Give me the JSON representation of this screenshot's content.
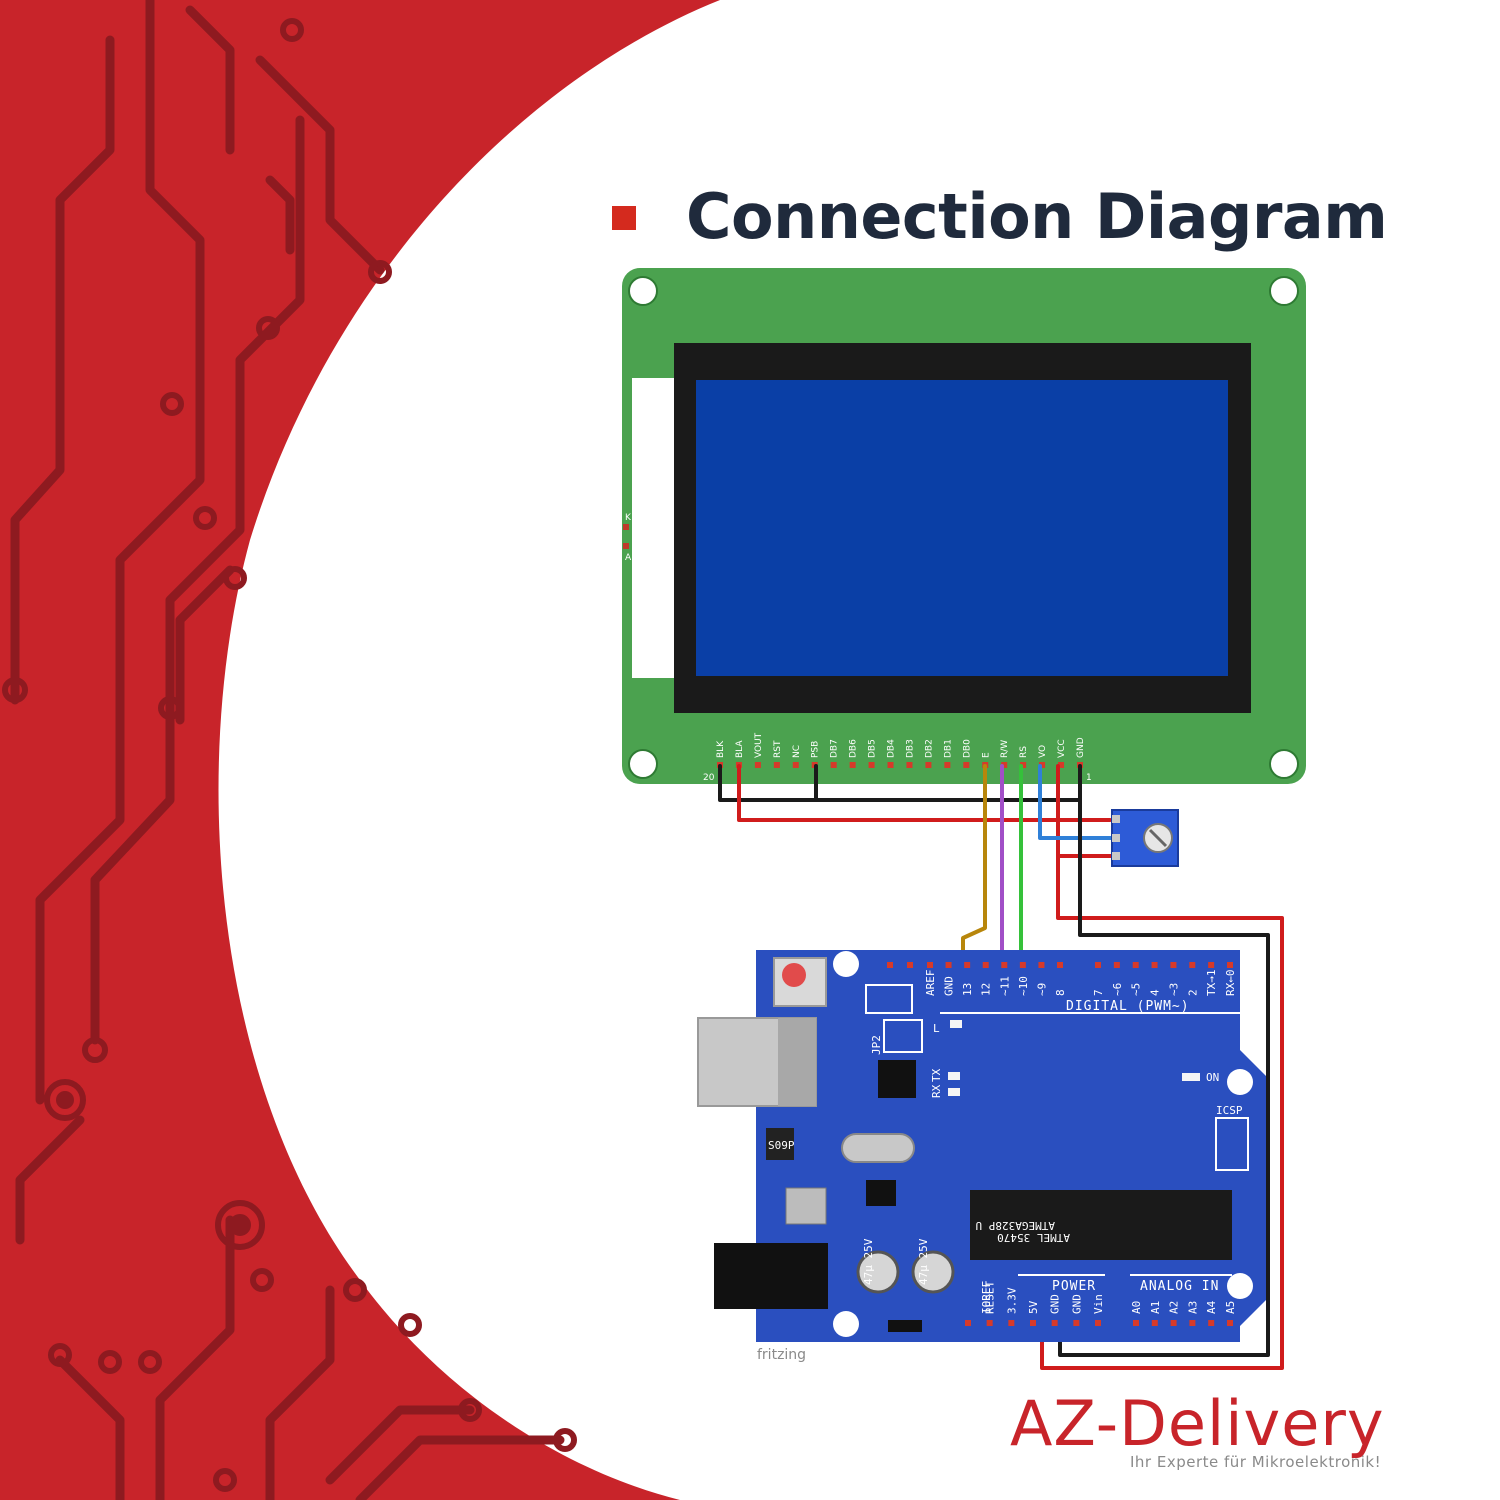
{
  "title": "Connection Diagram",
  "colors": {
    "brand_red": "#c8242a",
    "pcb_green": "#4ba24f",
    "lcd_blue": "#0a3fa6",
    "arduino_blue": "#2a4fbf",
    "title_dark": "#1f2a3c"
  },
  "lcd": {
    "side_pins": [
      "K",
      "A"
    ],
    "pin_labels": [
      "BLK",
      "BLA",
      "VOUT",
      "RST",
      "NC",
      "PSB",
      "DB7",
      "DB6",
      "DB5",
      "DB4",
      "DB3",
      "DB2",
      "DB1",
      "DB0",
      "E",
      "R/W",
      "RS",
      "VO",
      "VCC",
      "GND"
    ],
    "pin_first_number": "20",
    "pin_last_number": "1"
  },
  "arduino": {
    "top_header_labels": [
      "AREF",
      "GND",
      "13",
      "12",
      "~11",
      "~10",
      "~9",
      "8",
      "7",
      "~6",
      "~5",
      "4",
      "~3",
      "2",
      "TX→1",
      "RX←0"
    ],
    "digital_label": "DIGITAL (PWM~)",
    "jp2_label": "JP2",
    "l_label": "L",
    "tx_label": "TX",
    "rx_label": "RX",
    "on_label": "ON",
    "icsp_label": "ICSP",
    "power_label": "POWER",
    "analog_label": "ANALOG IN",
    "power_pins": [
      "IOREF",
      "RESET",
      "3.3V",
      "5V",
      "GND",
      "GND",
      "Vin"
    ],
    "analog_pins": [
      "A0",
      "A1",
      "A2",
      "A3",
      "A4",
      "A5"
    ],
    "chip_text_1": "ATMEGA328P U",
    "chip_text_2": "ATMEL 35470",
    "crystal_label": "S09P",
    "cap_label": "47μ 25V"
  },
  "footer": {
    "fritzing": "fritzing",
    "brand": "AZ-Delivery",
    "tagline": "Ihr Experte für Mikroelektronik!"
  }
}
